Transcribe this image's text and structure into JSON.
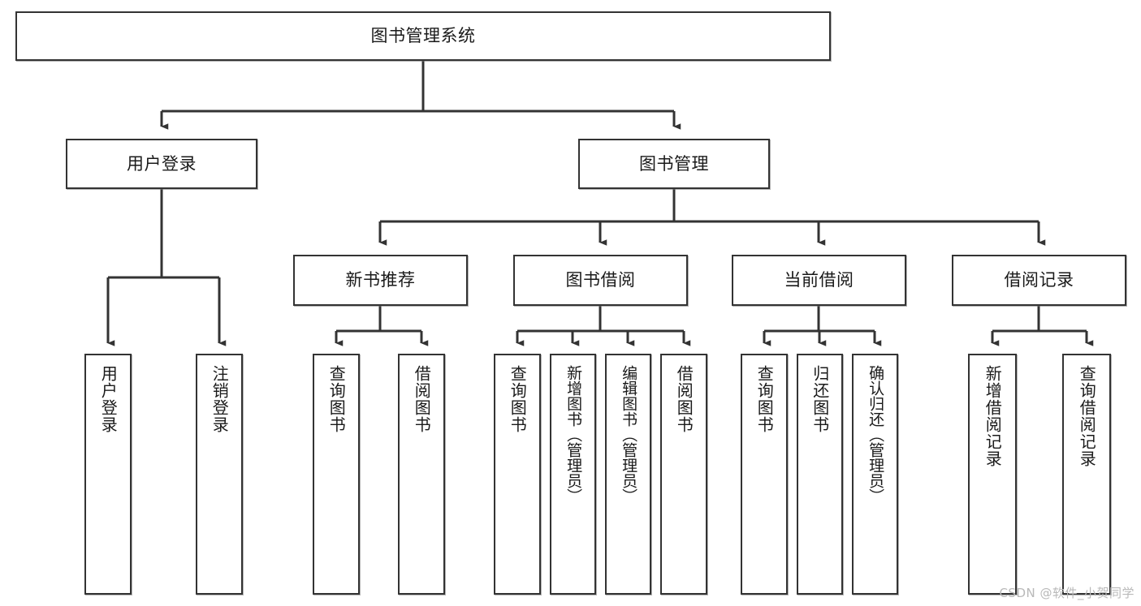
{
  "diagram": {
    "type": "tree-hierarchy",
    "title": "图书管理系统",
    "root": {
      "id": "root",
      "label": "图书管理系统",
      "orientation": "horizontal"
    },
    "level2": [
      {
        "id": "user-login",
        "label": "用户登录",
        "orientation": "horizontal"
      },
      {
        "id": "book-manage",
        "label": "图书管理",
        "orientation": "horizontal"
      }
    ],
    "level3": [
      {
        "id": "new-book-recommend",
        "label": "新书推荐",
        "orientation": "horizontal",
        "parent": "book-manage"
      },
      {
        "id": "book-borrow",
        "label": "图书借阅",
        "orientation": "horizontal",
        "parent": "book-manage"
      },
      {
        "id": "current-borrow",
        "label": "当前借阅",
        "orientation": "horizontal",
        "parent": "book-manage"
      },
      {
        "id": "borrow-record",
        "label": "借阅记录",
        "orientation": "horizontal",
        "parent": "book-manage"
      }
    ],
    "leaves": [
      {
        "id": "leaf-user-login",
        "label": "用户登录",
        "parent": "user-login"
      },
      {
        "id": "leaf-user-logout",
        "label": "注销登录",
        "parent": "user-login"
      },
      {
        "id": "leaf-query-book-1",
        "label": "查询图书",
        "parent": "new-book-recommend"
      },
      {
        "id": "leaf-borrow-book-1",
        "label": "借阅图书",
        "parent": "new-book-recommend"
      },
      {
        "id": "leaf-query-book-2",
        "label": "查询图书",
        "parent": "book-borrow"
      },
      {
        "id": "leaf-add-book",
        "label": "新增图书（管理员）",
        "parent": "book-borrow"
      },
      {
        "id": "leaf-edit-book",
        "label": "编辑图书（管理员）",
        "parent": "book-borrow"
      },
      {
        "id": "leaf-borrow-book-2",
        "label": "借阅图书",
        "parent": "book-borrow"
      },
      {
        "id": "leaf-query-book-3",
        "label": "查询图书",
        "parent": "current-borrow"
      },
      {
        "id": "leaf-return-book",
        "label": "归还图书",
        "parent": "current-borrow"
      },
      {
        "id": "leaf-confirm-return",
        "label": "确认归还（管理员）",
        "parent": "current-borrow"
      },
      {
        "id": "leaf-add-record",
        "label": "新增借阅记录",
        "parent": "borrow-record"
      },
      {
        "id": "leaf-query-record",
        "label": "查询借阅记录",
        "parent": "borrow-record"
      }
    ],
    "colors": {
      "border": "#333333",
      "fill": "#ffffff",
      "text": "#1a1a1a",
      "connector": "#333333",
      "watermark": "#b9b9b9"
    }
  },
  "watermark": {
    "text": "CSDN @软件_小贺同学"
  }
}
